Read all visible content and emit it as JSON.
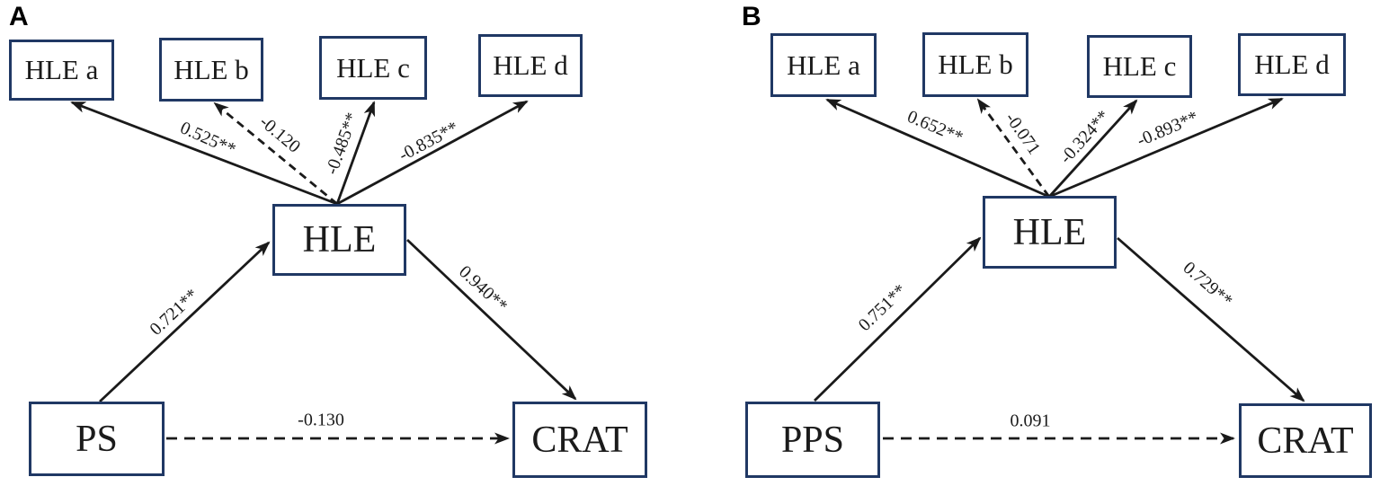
{
  "panels": [
    {
      "label": "A",
      "nodes": {
        "indicator_a": "HLE a",
        "indicator_b": "HLE b",
        "indicator_c": "HLE c",
        "indicator_d": "HLE d",
        "mediator": "HLE",
        "predictor": "PS",
        "outcome": "CRAT"
      },
      "edges": {
        "mediator_to_a": "0.525**",
        "mediator_to_b": "-0.120",
        "mediator_to_c": "-0.485**",
        "mediator_to_d": "-0.835**",
        "predictor_to_mediator": "0.721**",
        "mediator_to_outcome": "0.940**",
        "predictor_to_outcome": "-0.130"
      }
    },
    {
      "label": "B",
      "nodes": {
        "indicator_a": "HLE a",
        "indicator_b": "HLE b",
        "indicator_c": "HLE c",
        "indicator_d": "HLE d",
        "mediator": "HLE",
        "predictor": "PPS",
        "outcome": "CRAT"
      },
      "edges": {
        "mediator_to_a": "0.652**",
        "mediator_to_b": "-0.071",
        "mediator_to_c": "-0.324**",
        "mediator_to_d": "-0.893**",
        "predictor_to_mediator": "0.751**",
        "mediator_to_outcome": "0.729**",
        "predictor_to_outcome": "0.091"
      }
    }
  ],
  "colors": {
    "box_border": "#203864",
    "connector": "#1a1a1a",
    "text": "#1b1b1b",
    "panel_label": "#000000",
    "background": "#ffffff"
  }
}
